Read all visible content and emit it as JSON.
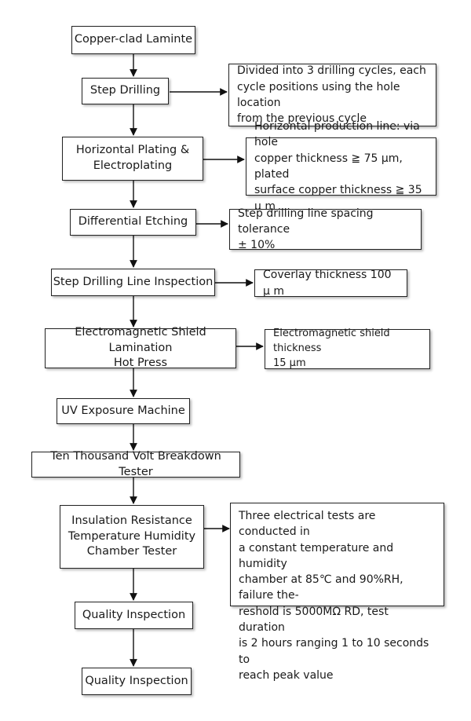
{
  "steps": [
    "Copper-clad Laminte",
    "Step Drilling",
    "Horizontal Plating &\nElectroplating",
    "Differential Etching",
    "Step Drilling Line Inspection",
    "Electromagnetic Shield Lamination\nHot Press",
    "UV Exposure Machine",
    "Ten Thousand Volt Breakdown Tester",
    "Insulation Resistance\nTemperature Humidity\nChamber Tester",
    "Quality Inspection",
    "Quality Inspection"
  ],
  "notes": [
    "Divided into 3 drilling cycles, each\ncycle positions using the hole location\nfrom the previous cycle",
    "Horizontal production line: via hole\ncopper thickness ≧ 75 μm, plated\nsurface copper thickness ≧ 35 μ m",
    "Step drilling line spacing tolerance\n± 10%",
    "Coverlay thickness 100 μ m",
    "Electromagnetic shield thickness\n15 μm",
    "Three electrical tests are conducted in\na constant temperature and humidity\nchamber at 85℃ and 90%RH, failure the-\nreshold is 5000MΩ RD, test duration\nis 2 hours ranging 1 to 10 seconds to\nreach peak value"
  ]
}
